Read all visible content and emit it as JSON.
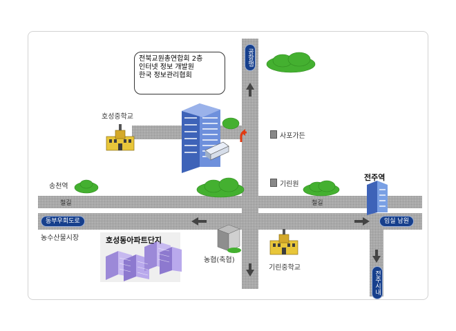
{
  "callout": {
    "lines": [
      "전북교원총연합회 2층",
      "인터넷 정보 개발원",
      "한국 정보관리협회"
    ]
  },
  "labels": {
    "hoseong_middle_school": "호성중학교",
    "sapo_garden": "사포가든",
    "giril_won": "기린원",
    "songcheon_station": "송천역",
    "jeonju_station": "전주역",
    "railway_left": "철길",
    "railway_right": "철길",
    "agri_market": "농수산물시장",
    "hoseong_dong_a_apt": "호성동아파트단지",
    "nonghyup": "농협(축협)",
    "giril_middle_school": "기린중학교"
  },
  "road_signs": {
    "top_north": "공항행",
    "west": "동부우회도로",
    "east": "임실 남원",
    "south_east": "전주시내"
  },
  "colors": {
    "road": "#a8a8a8",
    "sign": "#163f8c",
    "tree": "#44b030",
    "building": "#5b7fd1",
    "apartment": "#b7a6e6",
    "school": "#e8c63a",
    "turn_arrow": "#e03a12"
  }
}
